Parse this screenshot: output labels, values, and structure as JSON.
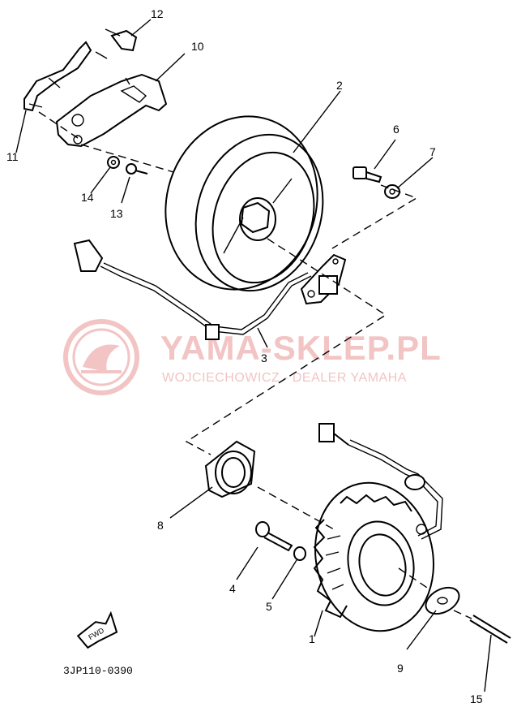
{
  "callouts": {
    "c1": "1",
    "c2": "2",
    "c3": "3",
    "c4": "4",
    "c5": "5",
    "c6": "6",
    "c7": "7",
    "c8": "8",
    "c9": "9",
    "c10": "10",
    "c11": "11",
    "c12": "12",
    "c13": "13",
    "c14": "14",
    "c15": "15"
  },
  "diagram_code": "3JP110-0390",
  "fwd_label": "FWD",
  "watermark": {
    "title": "YAMA-SKLEP.PL",
    "subtitle": "WOJCIECHOWICZ - DEALER YAMAHA",
    "color": "#f2c4c4"
  },
  "colors": {
    "ink": "#000000",
    "background": "#ffffff"
  }
}
